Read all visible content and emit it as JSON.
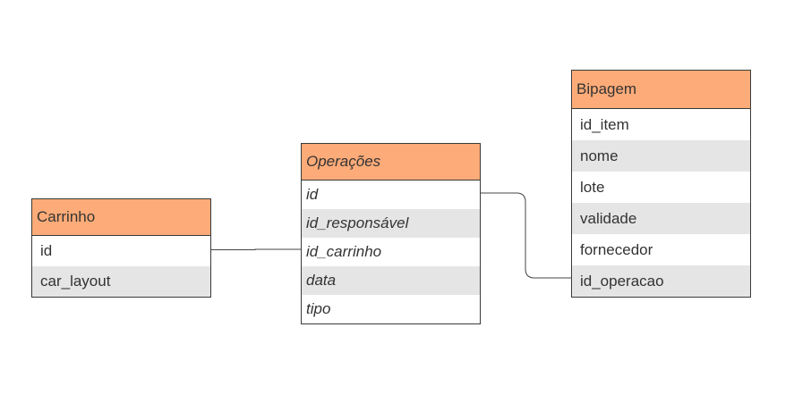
{
  "entities": {
    "carrinho": {
      "title": "Carrinho",
      "fields": [
        "id",
        "car_layout"
      ]
    },
    "operacoes": {
      "title": "Operações",
      "fields": [
        "id",
        "id_responsável",
        "id_carrinho",
        "data",
        "tipo"
      ]
    },
    "bipagem": {
      "title": "Bipagem",
      "fields": [
        "id_item",
        "nome",
        "lote",
        "validade",
        "fornecedor",
        "id_operacao"
      ]
    }
  },
  "colors": {
    "header": "#fdab78",
    "alt_row": "#e5e5e5",
    "border": "#3a3a3a",
    "connector": "#444444"
  }
}
